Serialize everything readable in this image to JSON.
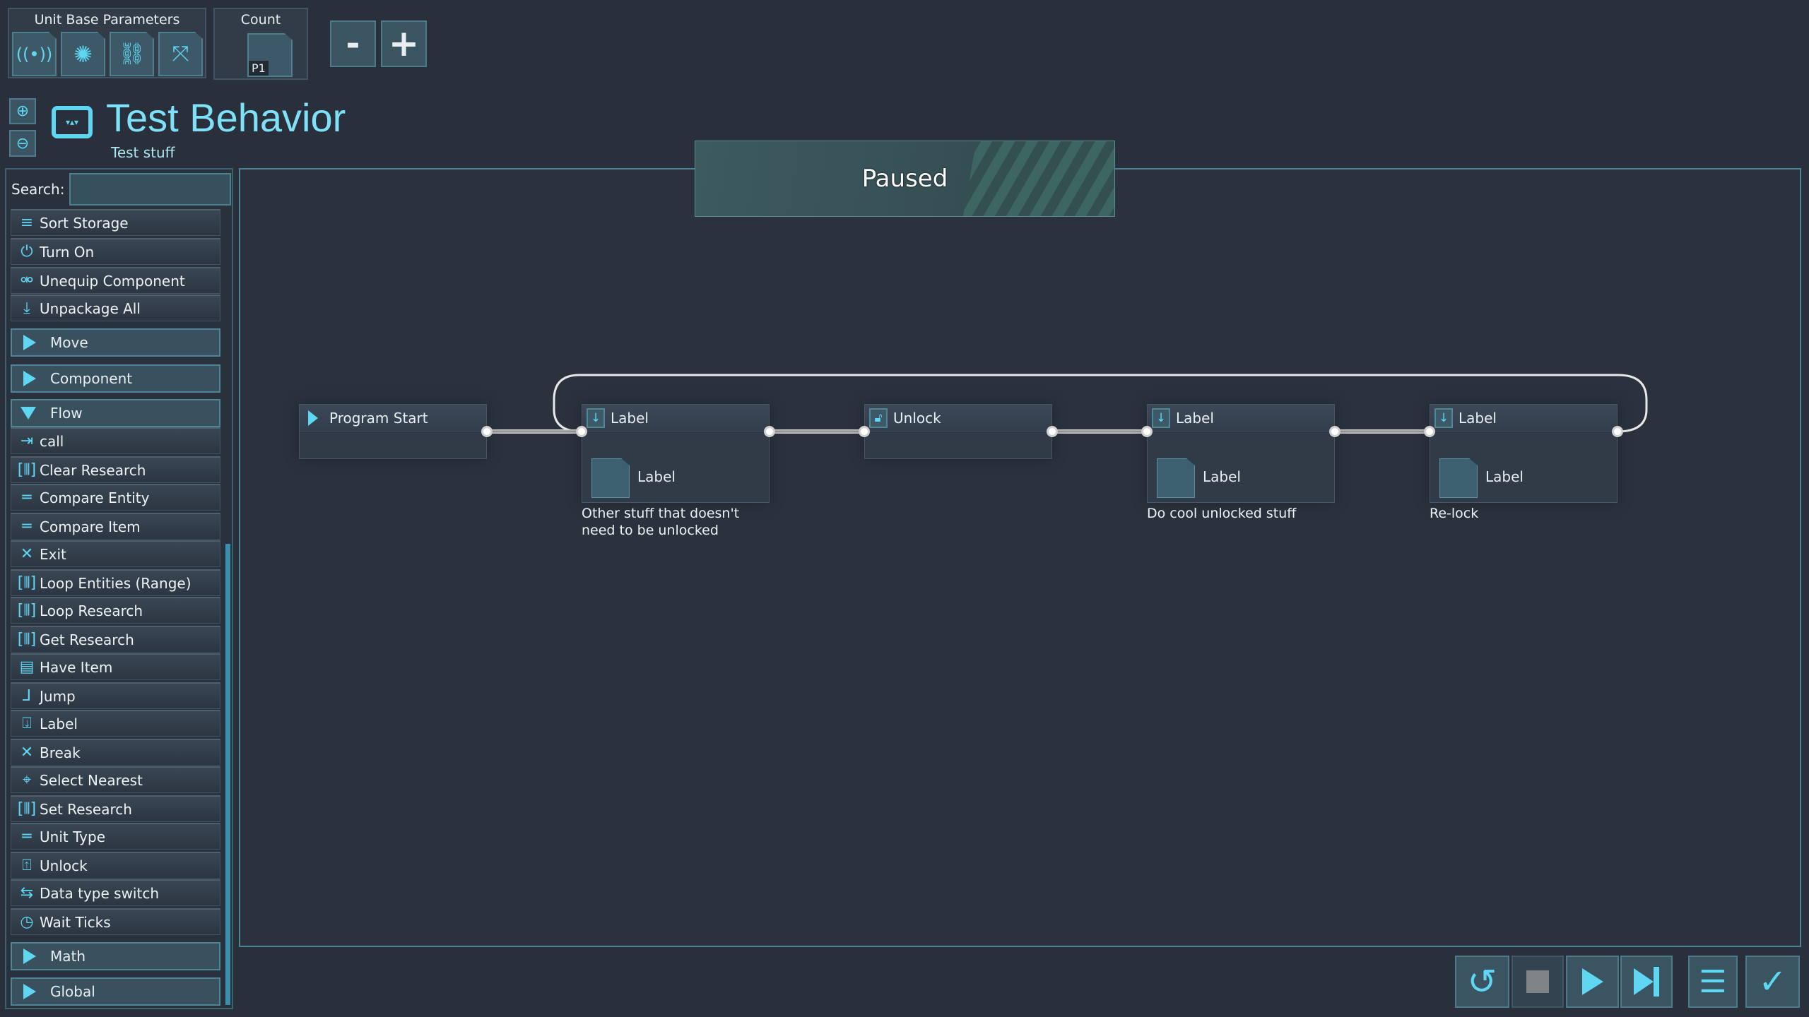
{
  "toolbar": {
    "unit_params_label": "Unit Base Parameters",
    "count_label": "Count",
    "count_slot": "P1",
    "minus": "-",
    "plus": "+"
  },
  "header": {
    "title": "Test Behavior",
    "subtitle": "Test stuff"
  },
  "status": {
    "text": "Paused"
  },
  "search": {
    "label": "Search:",
    "value": "",
    "placeholder": ""
  },
  "sidebar": {
    "items": [
      {
        "label": "Sort Storage",
        "icon": "sort-icon"
      },
      {
        "label": "Turn On",
        "icon": "power-icon"
      },
      {
        "label": "Unequip Component",
        "icon": "unlink-icon"
      },
      {
        "label": "Unpackage All",
        "icon": "download-icon"
      },
      {
        "label": "Move",
        "category": true
      },
      {
        "label": "Component",
        "category": true
      },
      {
        "label": "Flow",
        "category": true,
        "expanded": true
      },
      {
        "label": "call",
        "icon": "enter-icon"
      },
      {
        "label": "Clear Research",
        "icon": "bracket-icon"
      },
      {
        "label": "Compare Entity",
        "icon": "equals-icon"
      },
      {
        "label": "Compare Item",
        "icon": "equals-icon"
      },
      {
        "label": "Exit",
        "icon": "x-icon"
      },
      {
        "label": "Loop Entities (Range)",
        "icon": "bracket-icon"
      },
      {
        "label": "Loop Research",
        "icon": "bracket-icon"
      },
      {
        "label": "Get Research",
        "icon": "bracket-icon"
      },
      {
        "label": "Have Item",
        "icon": "item-icon"
      },
      {
        "label": "Jump",
        "icon": "jump-icon"
      },
      {
        "label": "Label",
        "icon": "label-icon"
      },
      {
        "label": "Break",
        "icon": "x-icon"
      },
      {
        "label": "Select Nearest",
        "icon": "target-icon"
      },
      {
        "label": "Set Research",
        "icon": "bracket-icon"
      },
      {
        "label": "Unit Type",
        "icon": "equals-icon"
      },
      {
        "label": "Unlock",
        "icon": "unlock-icon"
      },
      {
        "label": "Data type switch",
        "icon": "switch-icon"
      },
      {
        "label": "Wait Ticks",
        "icon": "clock-icon"
      },
      {
        "label": "Math",
        "category": true
      },
      {
        "label": "Global",
        "category": true
      }
    ]
  },
  "nodes": [
    {
      "title": "Program Start"
    },
    {
      "title": "Label",
      "slot_label": "Label",
      "comment": "Other stuff that doesn't need to be unlocked"
    },
    {
      "title": "Unlock"
    },
    {
      "title": "Label",
      "slot_label": "Label",
      "comment": "Do cool unlocked stuff"
    },
    {
      "title": "Label",
      "slot_label": "Label",
      "comment": "Re-lock"
    }
  ],
  "colors": {
    "accent": "#5fd6f2",
    "background": "#29303b"
  }
}
